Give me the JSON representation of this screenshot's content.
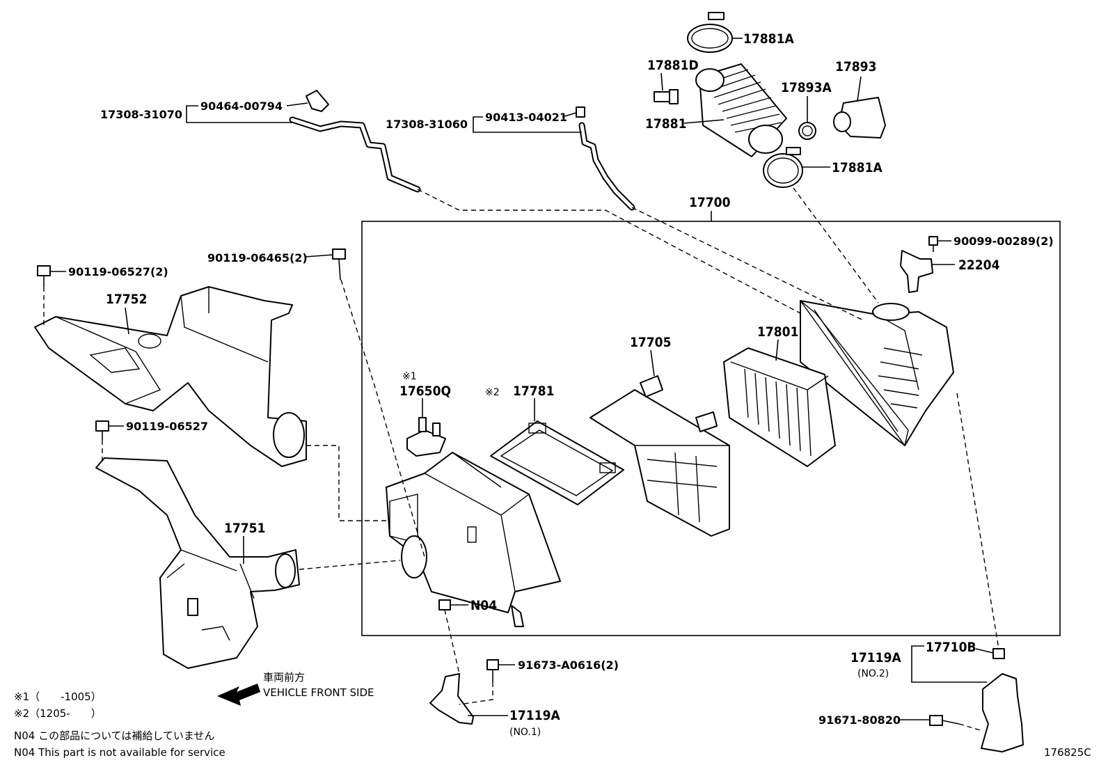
{
  "labels": {
    "p17881A_top": "17881A",
    "p17881D": "17881D",
    "p17893": "17893",
    "p17893A": "17893A",
    "p17881": "17881",
    "p17881A_bot": "17881A",
    "p17308_31070": "17308-31070",
    "p90464_00794": "90464-00794",
    "p17308_31060": "17308-31060",
    "p90413_04021": "90413-04021",
    "p17700": "17700",
    "p90099_00289": "90099-00289(2)",
    "p22204": "22204",
    "p90119_06465": "90119-06465(2)",
    "p90119_06527_2": "90119-06527(2)",
    "p17752": "17752",
    "p17705": "17705",
    "p17801": "17801",
    "p_note1_mark": "※1",
    "p17650Q": "17650Q",
    "p_note2_mark": "※2",
    "p17781": "17781",
    "p90119_06527": "90119-06527",
    "p17751": "17751",
    "pN04": "N04",
    "p91673_A0616": "91673-A0616(2)",
    "p17119A_no1": "17119A",
    "p17119A_no1_sub": "(NO.1)",
    "p17119A_no2": "17119A",
    "p17119A_no2_sub": "(NO.2)",
    "p17710B": "17710B",
    "p91671_80820": "91671-80820"
  },
  "direction": {
    "jp": "車両前方",
    "en": "VEHICLE FRONT SIDE"
  },
  "notes": {
    "n1": "※1（　　-1005）",
    "n2": "※2（1205-　　）",
    "n3": "N04 この部品については補給していません",
    "n4": "N04 This part is not available for service"
  },
  "figure_id": "176825C"
}
